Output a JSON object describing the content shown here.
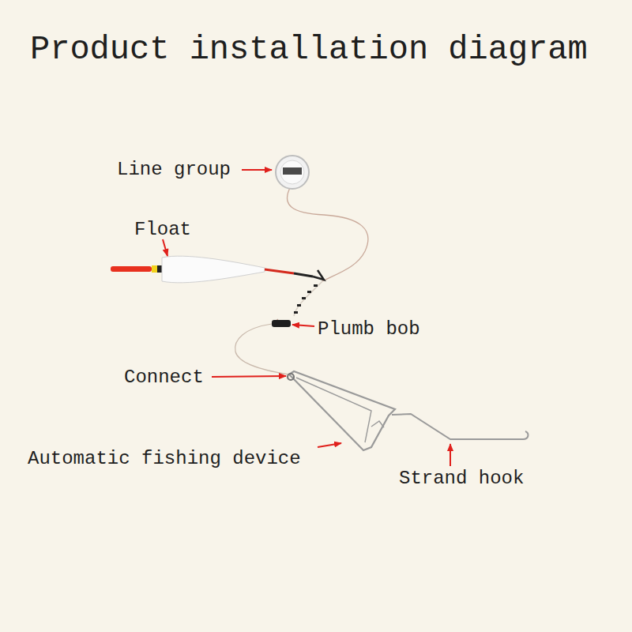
{
  "diagram": {
    "title": "Product installation diagram",
    "labels": [
      "Line group",
      "Float",
      "Plumb bob",
      "Connect",
      "Automatic fishing device",
      "Strand hook"
    ]
  }
}
